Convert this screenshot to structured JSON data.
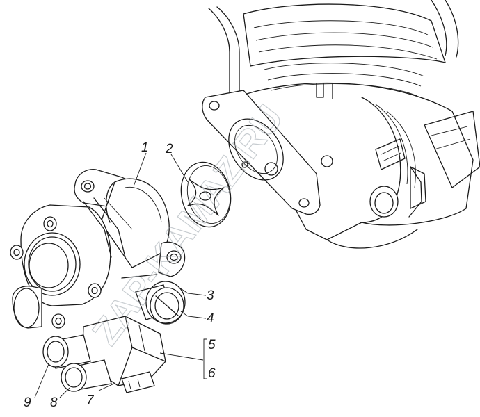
{
  "watermark": "ZAP-KAMAZ.RU",
  "callouts": [
    {
      "id": "c1",
      "label": "1"
    },
    {
      "id": "c2",
      "label": "2"
    },
    {
      "id": "c3",
      "label": "3"
    },
    {
      "id": "c4",
      "label": "4"
    },
    {
      "id": "c5",
      "label": "5"
    },
    {
      "id": "c6",
      "label": "6"
    },
    {
      "id": "c7",
      "label": "7"
    },
    {
      "id": "c8",
      "label": "8"
    },
    {
      "id": "c9",
      "label": "9"
    }
  ]
}
